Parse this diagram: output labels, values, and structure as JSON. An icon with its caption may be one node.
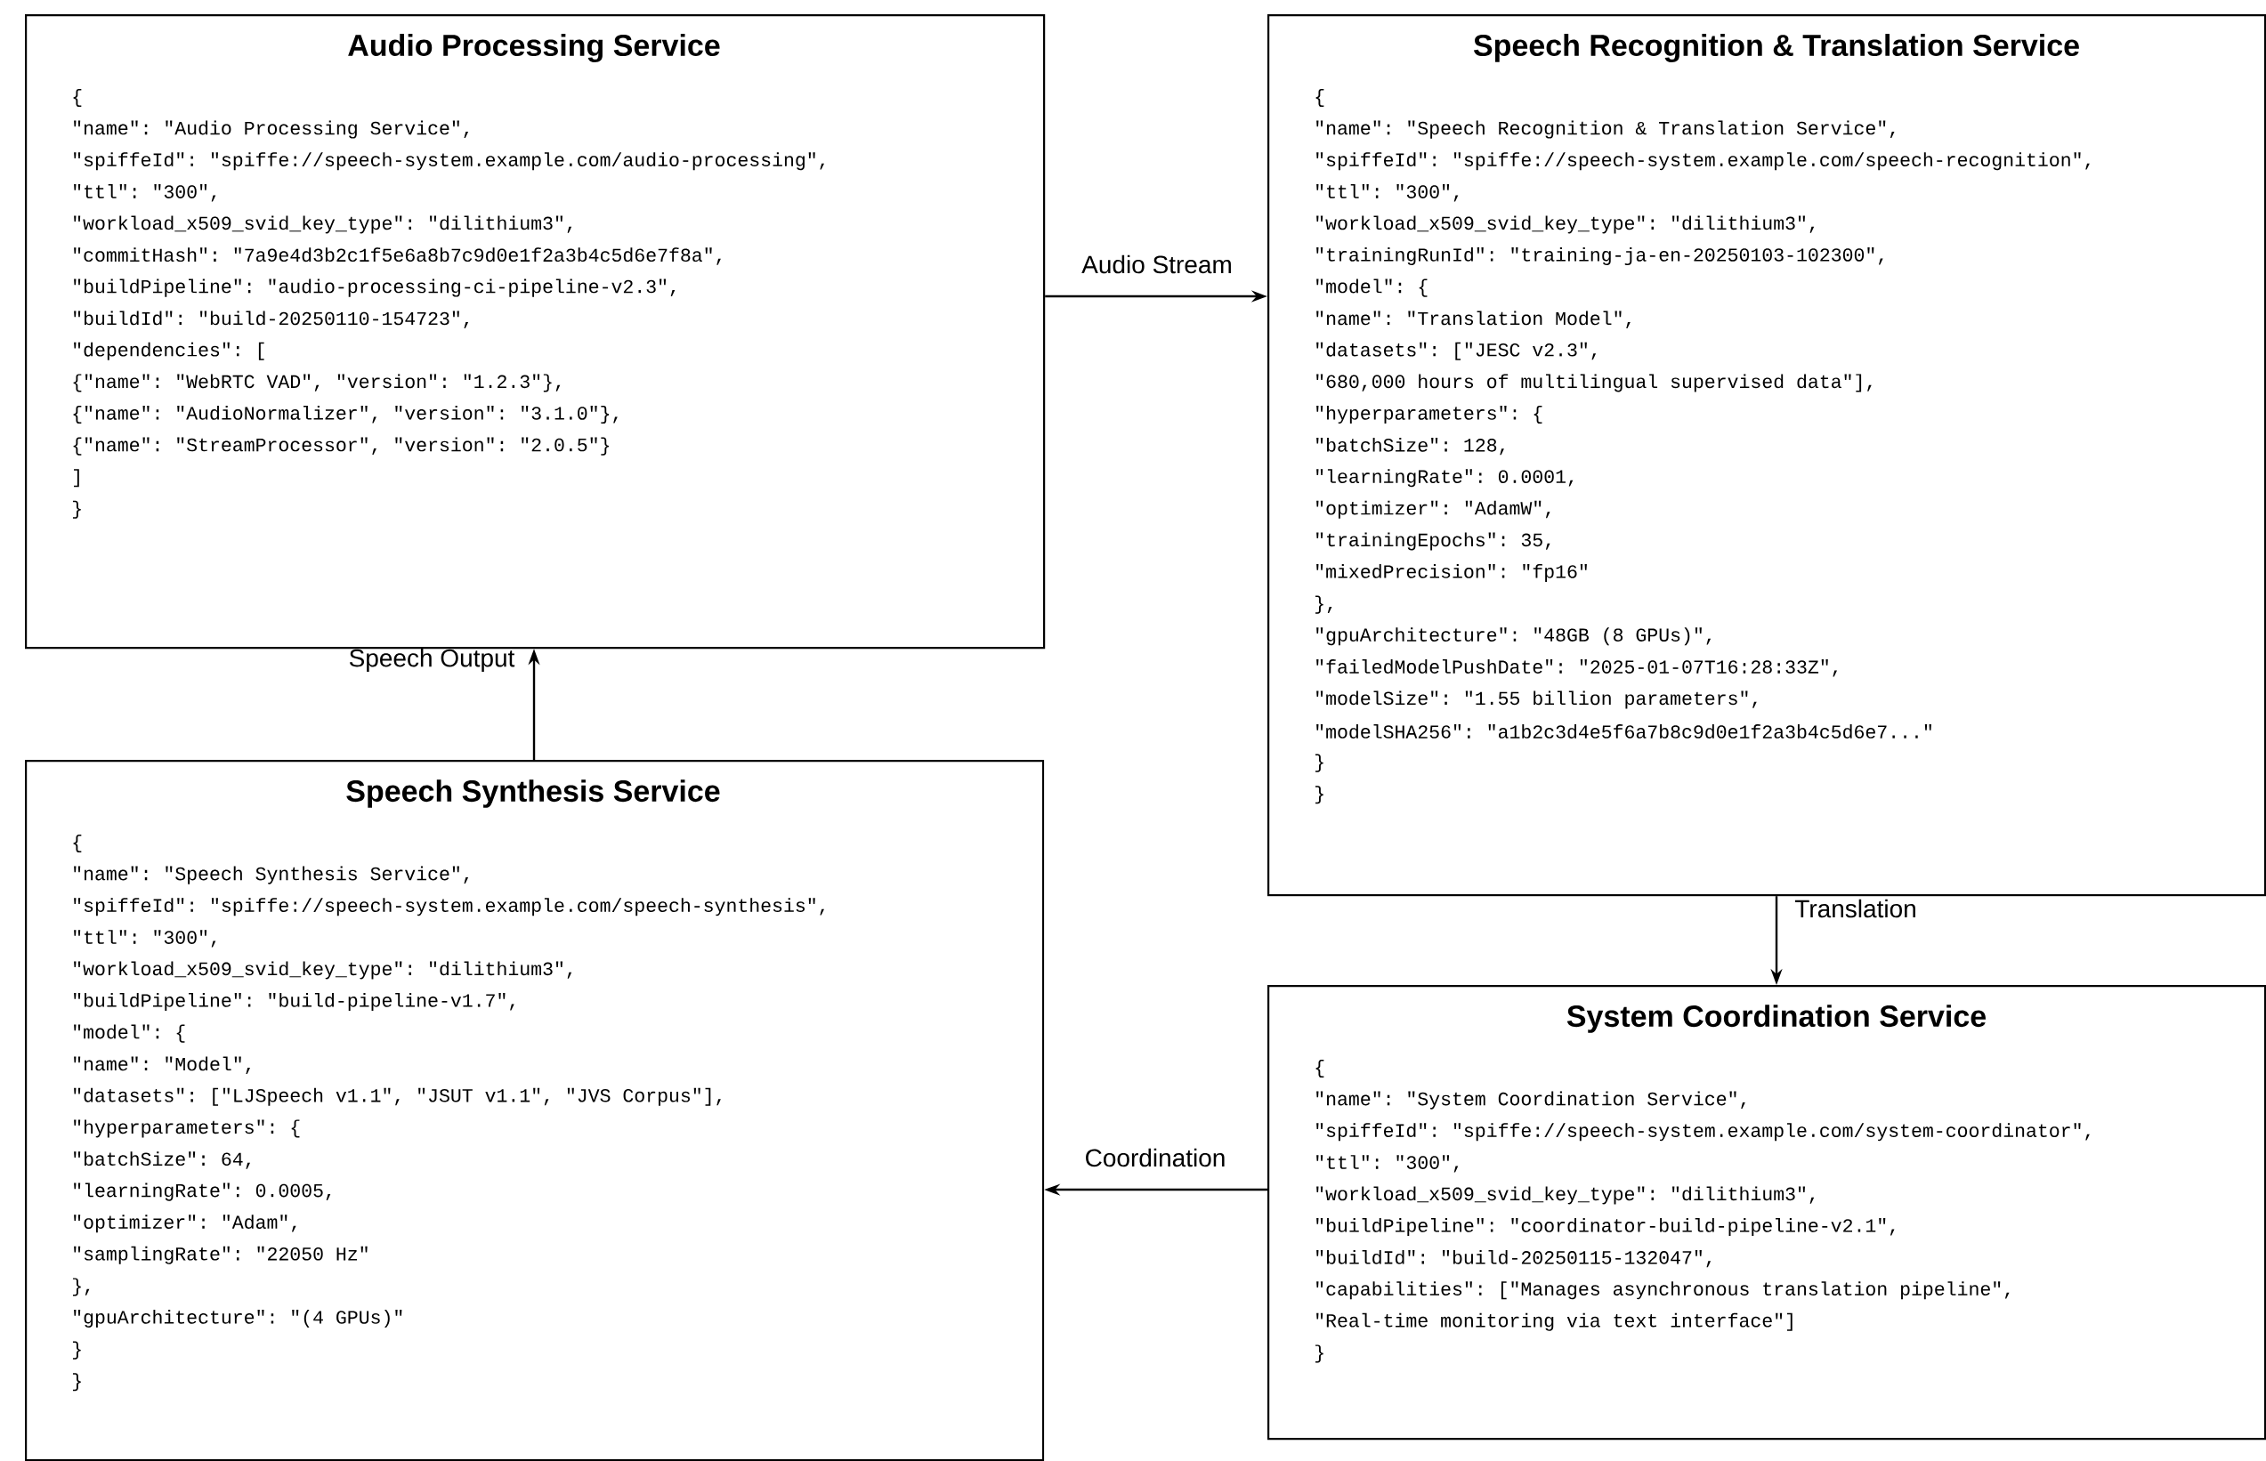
{
  "diagram": {
    "nodes": [
      {
        "text": [
          "Audio Processing Service",
          "{",
          "\"name\": \"Audio Processing Service\",",
          "\"spiffeId\": \"spiffe://speech-system.example.com/audio-processing\",",
          "\"ttl\": \"300\",",
          "\"workload_x509_svid_key_type\": \"dilithium3\",",
          "\"commitHash\": \"7a9e4d3b2c1f5e6a8b7c9d0e1f2a3b4c5d6e7f8a\",",
          "\"buildPipeline\": \"audio-processing-ci-pipeline-v2.3\",",
          "\"buildId\": \"build-20250110-154723\",",
          "\"dependencies\": [",
          "{\"name\": \"WebRTC VAD\", \"version\": \"1.2.3\"},",
          "{\"name\": \"AudioNormalizer\", \"version\": \"3.1.0\"},",
          "{\"name\": \"StreamProcessor\", \"version\": \"2.0.5\"}",
          "]",
          "}"
        ]
      },
      {
        "text": [
          "Speech Recognition & Translation Service",
          "{",
          "\"name\": \"Speech Recognition & Translation Service\",",
          "\"spiffeId\": \"spiffe://speech-system.example.com/speech-recognition\",",
          "\"ttl\": \"300\",",
          "\"workload_x509_svid_key_type\": \"dilithium3\",",
          "\"trainingRunId\": \"training-ja-en-20250103-102300\",",
          "\"model\": {",
          "\"name\": \"Translation Model\",",
          "\"datasets\": [\"JESC v2.3\",",
          "\"680,000 hours of multilingual supervised data\"],",
          "\"hyperparameters\": {",
          "\"batchSize\": 128,",
          "\"learningRate\": 0.0001,",
          "\"optimizer\": \"AdamW\",",
          "\"trainingEpochs\": 35,",
          "\"mixedPrecision\": \"fp16\"",
          "},",
          "\"gpuArchitecture\": \"48GB (8 GPUs)\",",
          "\"failedModelPushDate\": \"2025-01-07T16:28:33Z\",",
          "\"modelSize\": \"1.55 billion parameters\",",
          "\"modelSHA256\": \"a1b2c3d4e5f6a7b8c9d0e1f2a3b4c5d6e7...\"",
          "}",
          "}"
        ]
      },
      {
        "text": [
          "Speech Synthesis Service",
          "{",
          "\"name\": \"Speech Synthesis Service\",",
          "\"spiffeId\": \"spiffe://speech-system.example.com/speech-synthesis\",",
          "\"ttl\": \"300\",",
          "\"workload_x509_svid_key_type\": \"dilithium3\",",
          "\"buildPipeline\": \"build-pipeline-v1.7\",",
          "\"model\": {",
          "\"name\": \"Model\",",
          "\"datasets\": [\"LJSpeech v1.1\", \"JSUT v1.1\", \"JVS Corpus\"],",
          "\"hyperparameters\": {",
          "\"batchSize\": 64,",
          "\"learningRate\": 0.0005,",
          "\"optimizer\": \"Adam\",",
          "\"samplingRate\": \"22050 Hz\"",
          "},",
          "\"gpuArchitecture\": \"(4 GPUs)\"",
          "}",
          "}"
        ]
      },
      {
        "text": [
          "System Coordination Service",
          "{",
          "\"name\": \"System Coordination Service\",",
          "\"spiffeId\": \"spiffe://speech-system.example.com/system-coordinator\",",
          "\"ttl\": \"300\",",
          "\"workload_x509_svid_key_type\": \"dilithium3\",",
          "\"buildPipeline\": \"coordinator-build-pipeline-v2.1\",",
          "\"buildId\": \"build-20250115-132047\",",
          "\"capabilities\": [\"Manages asynchronous translation pipeline\",",
          "\"Real-time monitoring via text interface\"]",
          "}"
        ]
      }
    ],
    "edges": [
      {
        "from": 0,
        "to": 1,
        "arrow": "to",
        "label": "Audio Stream"
      },
      {
        "from": 1,
        "to": 3,
        "arrow": "to",
        "label": "Translation"
      },
      {
        "from": 3,
        "to": 2,
        "arrow": "to",
        "label": "Coordination"
      },
      {
        "from": 2,
        "to": 0,
        "arrow": "to",
        "label": "Speech Output"
      }
    ]
  }
}
